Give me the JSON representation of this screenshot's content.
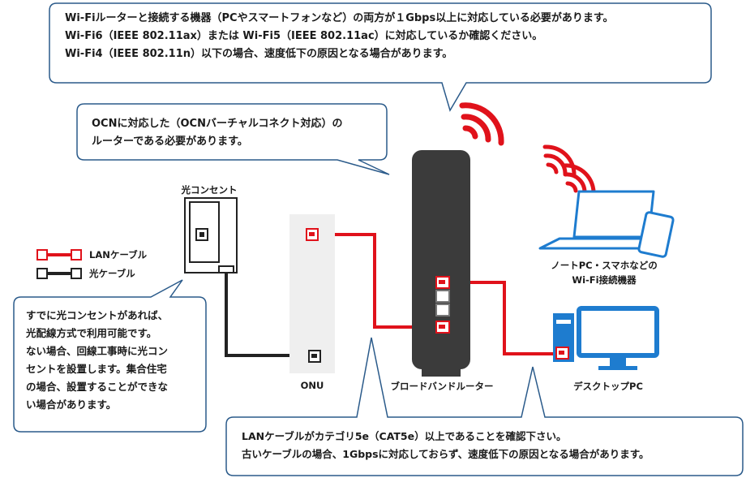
{
  "bubbles": {
    "wifi_requirement": [
      "Wi-Fiルーターと接続する機器（PCやスマートフォンなど）の両方が１Gbps以上に対応している必要があります。",
      "Wi-Fi6（IEEE 802.11ax）または Wi-Fi5（IEEE 802.11ac）に対応しているか確認ください。",
      "Wi-Fi4（IEEE 802.11n）以下の場合、速度低下の原因となる場合があります。"
    ],
    "ocn_requirement": [
      "OCNに対応した（OCNバーチャルコネクト対応）の",
      "ルーターである必要があります。"
    ],
    "outlet_note": [
      "すでに光コンセントがあれば、",
      "光配線方式で利用可能です。",
      "ない場合、回線工事時に光コン",
      "セントを設置します。集合住宅",
      "の場合、設置することができな",
      "い場合があります。"
    ],
    "lan_cable_note": [
      "LANケーブルがカテゴリ5e（CAT5e）以上であることを確認下さい。",
      "古いケーブルの場合、1Gbpsに対応しておらず、速度低下の原因となる場合があります。"
    ]
  },
  "labels": {
    "optical_outlet": "光コンセント",
    "onu": "ONU",
    "router": "ブロードバンドルーター",
    "desktop": "デスクトップPC",
    "wifi_devices_line1": "ノートPC・スマホなどの",
    "wifi_devices_line2": "Wi-Fi接続機器"
  },
  "legend": {
    "lan": "LANケーブル",
    "optical": "光ケーブル"
  },
  "colors": {
    "lan_cable": "#e0121b",
    "optical_cable": "#222222",
    "router_body": "#3b3b3b",
    "desktop_blue": "#1e7ccf",
    "bubble_border": "#2a5a8a"
  }
}
